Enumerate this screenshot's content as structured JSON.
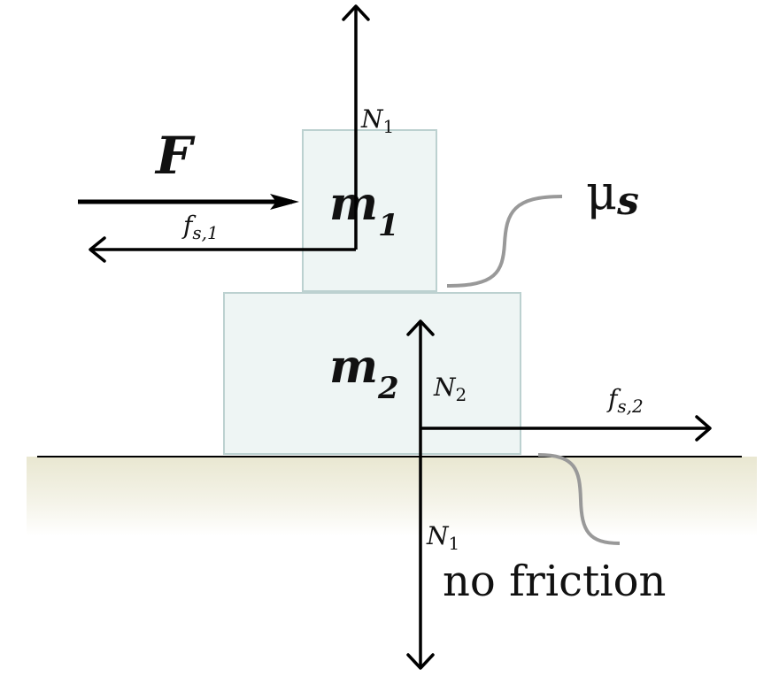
{
  "blocks": {
    "m1": {
      "label_main": "m",
      "label_sub": "1"
    },
    "m2": {
      "label_main": "m",
      "label_sub": "2"
    }
  },
  "forces": {
    "applied": {
      "label": "F"
    },
    "friction_top": {
      "main": "f",
      "sub": "s,1"
    },
    "friction_bottom": {
      "main": "f",
      "sub": "s,2"
    },
    "normal_top": {
      "main": "N",
      "sub": "1"
    },
    "normal_bottom": {
      "main": "N",
      "sub": "2"
    },
    "normal_down": {
      "main": "N",
      "sub": "1"
    }
  },
  "surfaces": {
    "interface": {
      "main": "μ",
      "sub": "s"
    },
    "ground": {
      "label": "no friction"
    }
  },
  "colors": {
    "block_fill": "#eef5f4",
    "block_stroke": "#bcd1d0",
    "ground_fill": "#efeee0",
    "arrow": "#000000",
    "leader": "#999999"
  }
}
